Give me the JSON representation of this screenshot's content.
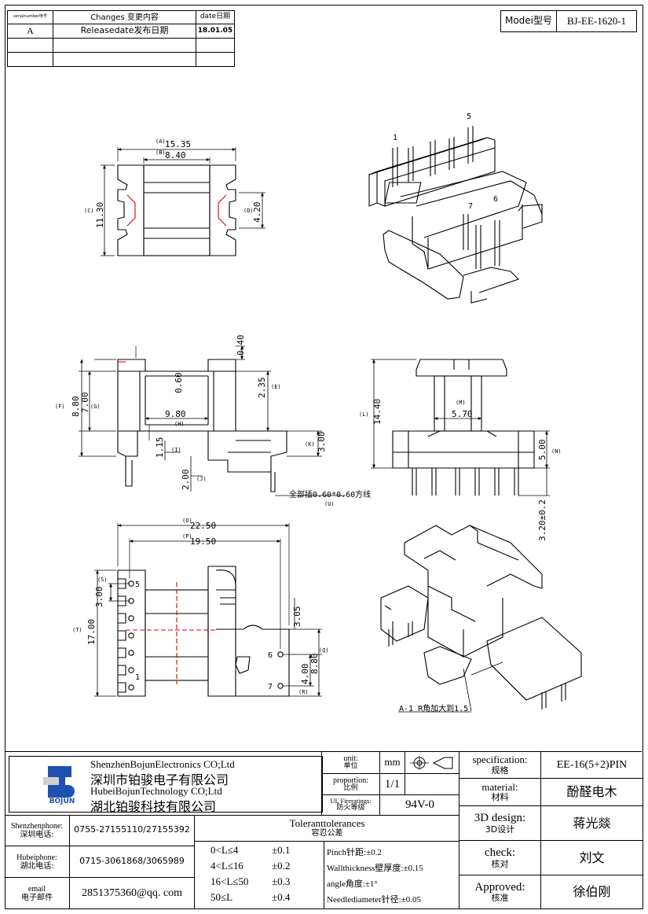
{
  "revision_table": {
    "headers": {
      "serial": "serialnumber序号",
      "changes": "Changes 变更内容",
      "date": "date日期"
    },
    "rows": [
      {
        "serial": "A",
        "changes": "Releasedate发布日期",
        "date": "18.01.05"
      }
    ]
  },
  "model": {
    "label": "Modei型号",
    "value": "BJ-EE-1620-1"
  },
  "drawing": {
    "top_view": {
      "A_label": "(A)",
      "A_value": "15.35",
      "B_label": "(B)",
      "B_value": "8.40",
      "C_label": "(C)",
      "C_value": "11.30",
      "D_label": "(D)",
      "D_value": "4.20"
    },
    "pin_numbers": {
      "p1": "1",
      "p5": "5",
      "p6": "6",
      "p7": "7"
    },
    "front_view": {
      "top_thk": "0.40",
      "flange_thk": "0.60",
      "E_value": "2.35",
      "E_label": "(E)",
      "F_label": "(F)",
      "F_value": "8.80",
      "G_label": "(G)",
      "G_value": "7.00",
      "H_value": "9.80",
      "H_label": "(H)",
      "I_value": "1.15",
      "I_label": "(I)",
      "J_value": "2.00",
      "J_label": "(J)",
      "K_value": "3.00",
      "K_label": "(K)",
      "U_note": "全部插0.60*0.60方线",
      "U_label": "(U)"
    },
    "side_view": {
      "L_label": "(L)",
      "L_value": "14.40",
      "M_label": "(M)",
      "M_value": "5.70",
      "N_value": "5.00",
      "N_label": "(N)",
      "pin_len": "3.20±0.2"
    },
    "bottom_view": {
      "O_label": "(O)",
      "O_value": "22.50",
      "P_label": "(P)",
      "P_value": "19.50",
      "S_label": "(S)",
      "S_value": "3.00",
      "T_label": "(T)",
      "T_value": "17.00",
      "dim_305": "3.05",
      "Q_value": "8.80",
      "Q_label": "(Q)",
      "R_value": "4.00",
      "R_label": "(R)",
      "pins": {
        "p1": "1",
        "p5": "5",
        "p6": "6",
        "p7": "7"
      }
    },
    "iso_note": "A-1 R角加大到1.5"
  },
  "title_block": {
    "company_en1": "ShenzhenBojunElectronics CO;Ltd",
    "company_cn1": "深圳市铂骏电子有限公司",
    "company_en2": "HubeiBojunTechnology CO;Ltd",
    "company_cn2": "湖北铂骏科技有限公司",
    "logo_text": "BOJUN",
    "unit_label_en": "unit:",
    "unit_label_cn": "单位",
    "unit_value": "mm",
    "proportion_label_en": "proportion:",
    "proportion_label_cn": "比例",
    "proportion_value": "1/1",
    "ul_label_en": "UL Fireratings:",
    "ul_label_cn": "防火等级",
    "ul_value": "94V-0",
    "spec_label_en": "specification:",
    "spec_label_cn": "规格",
    "spec_value": "EE-16(5+2)PIN",
    "material_label_en": "material:",
    "material_label_cn": "材料",
    "material_value": "酚醛电木",
    "design_label_en": "3D design:",
    "design_label_cn": "3D设计",
    "design_value": "蒋光燚",
    "check_label_en": "check:",
    "check_label_cn": "核对",
    "check_value": "刘文",
    "approved_label_en": "Approved:",
    "approved_label_cn": "核准",
    "approved_value": "徐伯刚",
    "sz_phone_label_en": "Shenzhenphone:",
    "sz_phone_label_cn": "深圳电话:",
    "sz_phone_value": "0755-27155110/27155392",
    "hb_phone_label_en": "Hubeiphone:",
    "hb_phone_label_cn": "湖北电话:",
    "hb_phone_value": "0715-3061868/3065989",
    "email_label_en": "email",
    "email_label_cn": "电子邮件",
    "email_value": "2851375360@qq. com",
    "tolerance_title_en": "Toleranttolerances",
    "tolerance_title_cn": "容忍公差",
    "tol_rows": [
      {
        "range": "0<L≤4",
        "tol": "±0.1"
      },
      {
        "range": "4<L≤16",
        "tol": "±0.2"
      },
      {
        "range": "16<L≤50",
        "tol": "±0.3"
      },
      {
        "range": "50≤L",
        "tol": "±0.4"
      }
    ],
    "tol_notes": [
      "Pinch针距:±0.2",
      "Wallthickness壁厚度:±0.15",
      "angle角度:±1°",
      "Needlediameter针径:±0.05"
    ]
  }
}
